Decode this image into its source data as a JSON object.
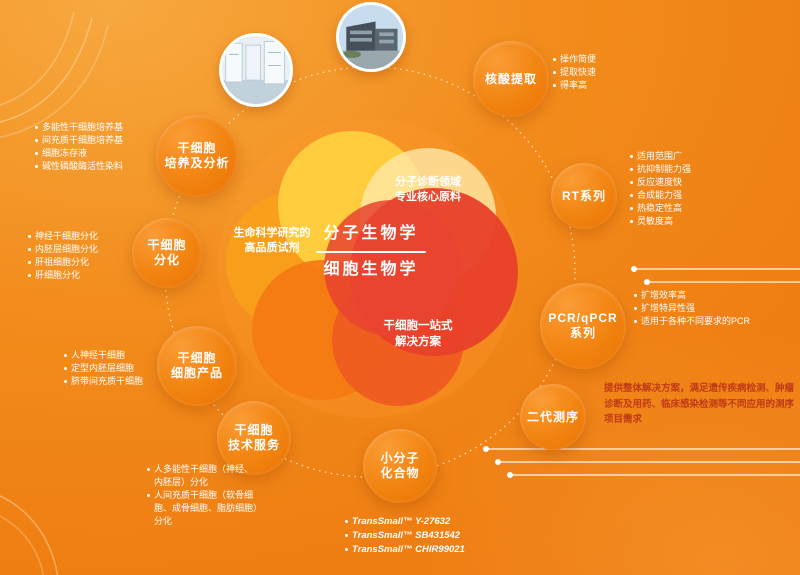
{
  "colors": {
    "background": "#ef7e12",
    "node_orange": "#f1820e",
    "flower_yellow": "#ffcf3f",
    "flower_red": "#e8402a",
    "ngs_text": "#c03a16"
  },
  "center": {
    "title_line1": "分子生物学",
    "title_line2": "细胞生物学",
    "tagline": "生命科学研究的\n高品质试剂",
    "molecular_note": "分子诊断领域\n专业核心原料",
    "stemcell_note": "干细胞一站式\n解决方案"
  },
  "photos": {
    "lab": "lab-interior",
    "building": "company-building"
  },
  "nodes": [
    {
      "label": "核酸提取",
      "bullets": [
        "操作简便",
        "提取快速",
        "得率高"
      ]
    },
    {
      "label": "RT系列",
      "bullets": [
        "适用范围广",
        "抗抑制能力强",
        "反应速度快",
        "合成能力强",
        "热稳定性高",
        "灵敏度高"
      ]
    },
    {
      "label": "PCR/qPCR\n系列",
      "bullets": [
        "扩增效率高",
        "扩增特异性强",
        "适用于各种不同要求的PCR"
      ]
    },
    {
      "label": "二代测序",
      "note": "提供整体解决方案，满足遗传疾病检测、肿瘤诊断及用药、临床感染检测等不同应用的测序项目需求"
    },
    {
      "label": "小分子\n化合物",
      "bullets": [
        "TransSmall™ Y-27632",
        "TransSmall™ SB431542",
        "TransSmall™ CHIR99021"
      ]
    },
    {
      "label": "干细胞\n技术服务",
      "bullets": [
        "人多能性干细胞（神经、内胚层）分化",
        "人间充质干细胞（软骨细胞、成骨细胞、脂肪细胞）分化"
      ]
    },
    {
      "label": "干细胞\n细胞产品",
      "bullets": [
        "人神经干细胞",
        "定型内胚层细胞",
        "脐带间充质干细胞"
      ]
    },
    {
      "label": "干细胞\n分化",
      "bullets": [
        "神经干细胞分化",
        "内胚层细胞分化",
        "肝祖细胞分化",
        "肝细胞分化"
      ]
    },
    {
      "label": "干细胞\n培养及分析",
      "bullets": [
        "多能性干细胞培养基",
        "间充质干细胞培养基",
        "细胞冻存液",
        "碱性磷酸酶活性染料"
      ]
    }
  ]
}
